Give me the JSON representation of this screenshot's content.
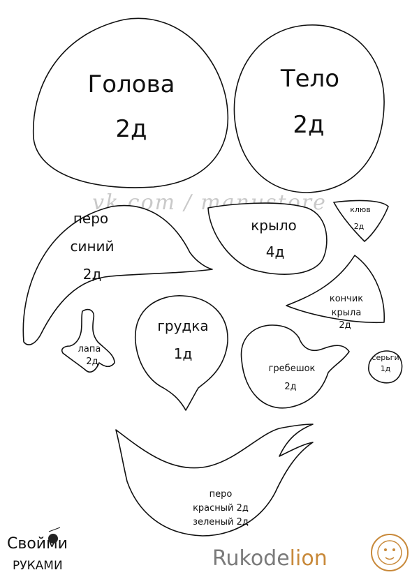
{
  "pieces": {
    "head": {
      "name": "Голова",
      "count": "2д"
    },
    "body": {
      "name": "Тело",
      "count": "2д"
    },
    "blue_feather": {
      "line1": "перо",
      "line2": "синий",
      "count": "2д"
    },
    "wing": {
      "name": "крыло",
      "count": "4д"
    },
    "beak": {
      "name": "клюв",
      "count": "2д"
    },
    "wing_tip": {
      "line1": "кончик",
      "line2": "крыла",
      "count": "2д"
    },
    "breast": {
      "name": "грудка",
      "count": "1д"
    },
    "paw": {
      "name": "лапа",
      "count": "2д"
    },
    "comb": {
      "name": "гребешок",
      "count": "2д"
    },
    "earring": {
      "name": "серьги",
      "count": "1д"
    },
    "tail_feather": {
      "line1": "перо",
      "line2": "красный 2д",
      "line3": "зеленый 2д"
    }
  },
  "watermark": "vk.com / manustore",
  "brands": {
    "left_line1": "Свойми",
    "left_line2": "РУКАМИ",
    "right_part1": "Rukode",
    "right_part2": "lion"
  },
  "colors": {
    "outline": "#111111",
    "brand_gray": "#7a7a7a",
    "brand_orange": "#c8893a"
  }
}
